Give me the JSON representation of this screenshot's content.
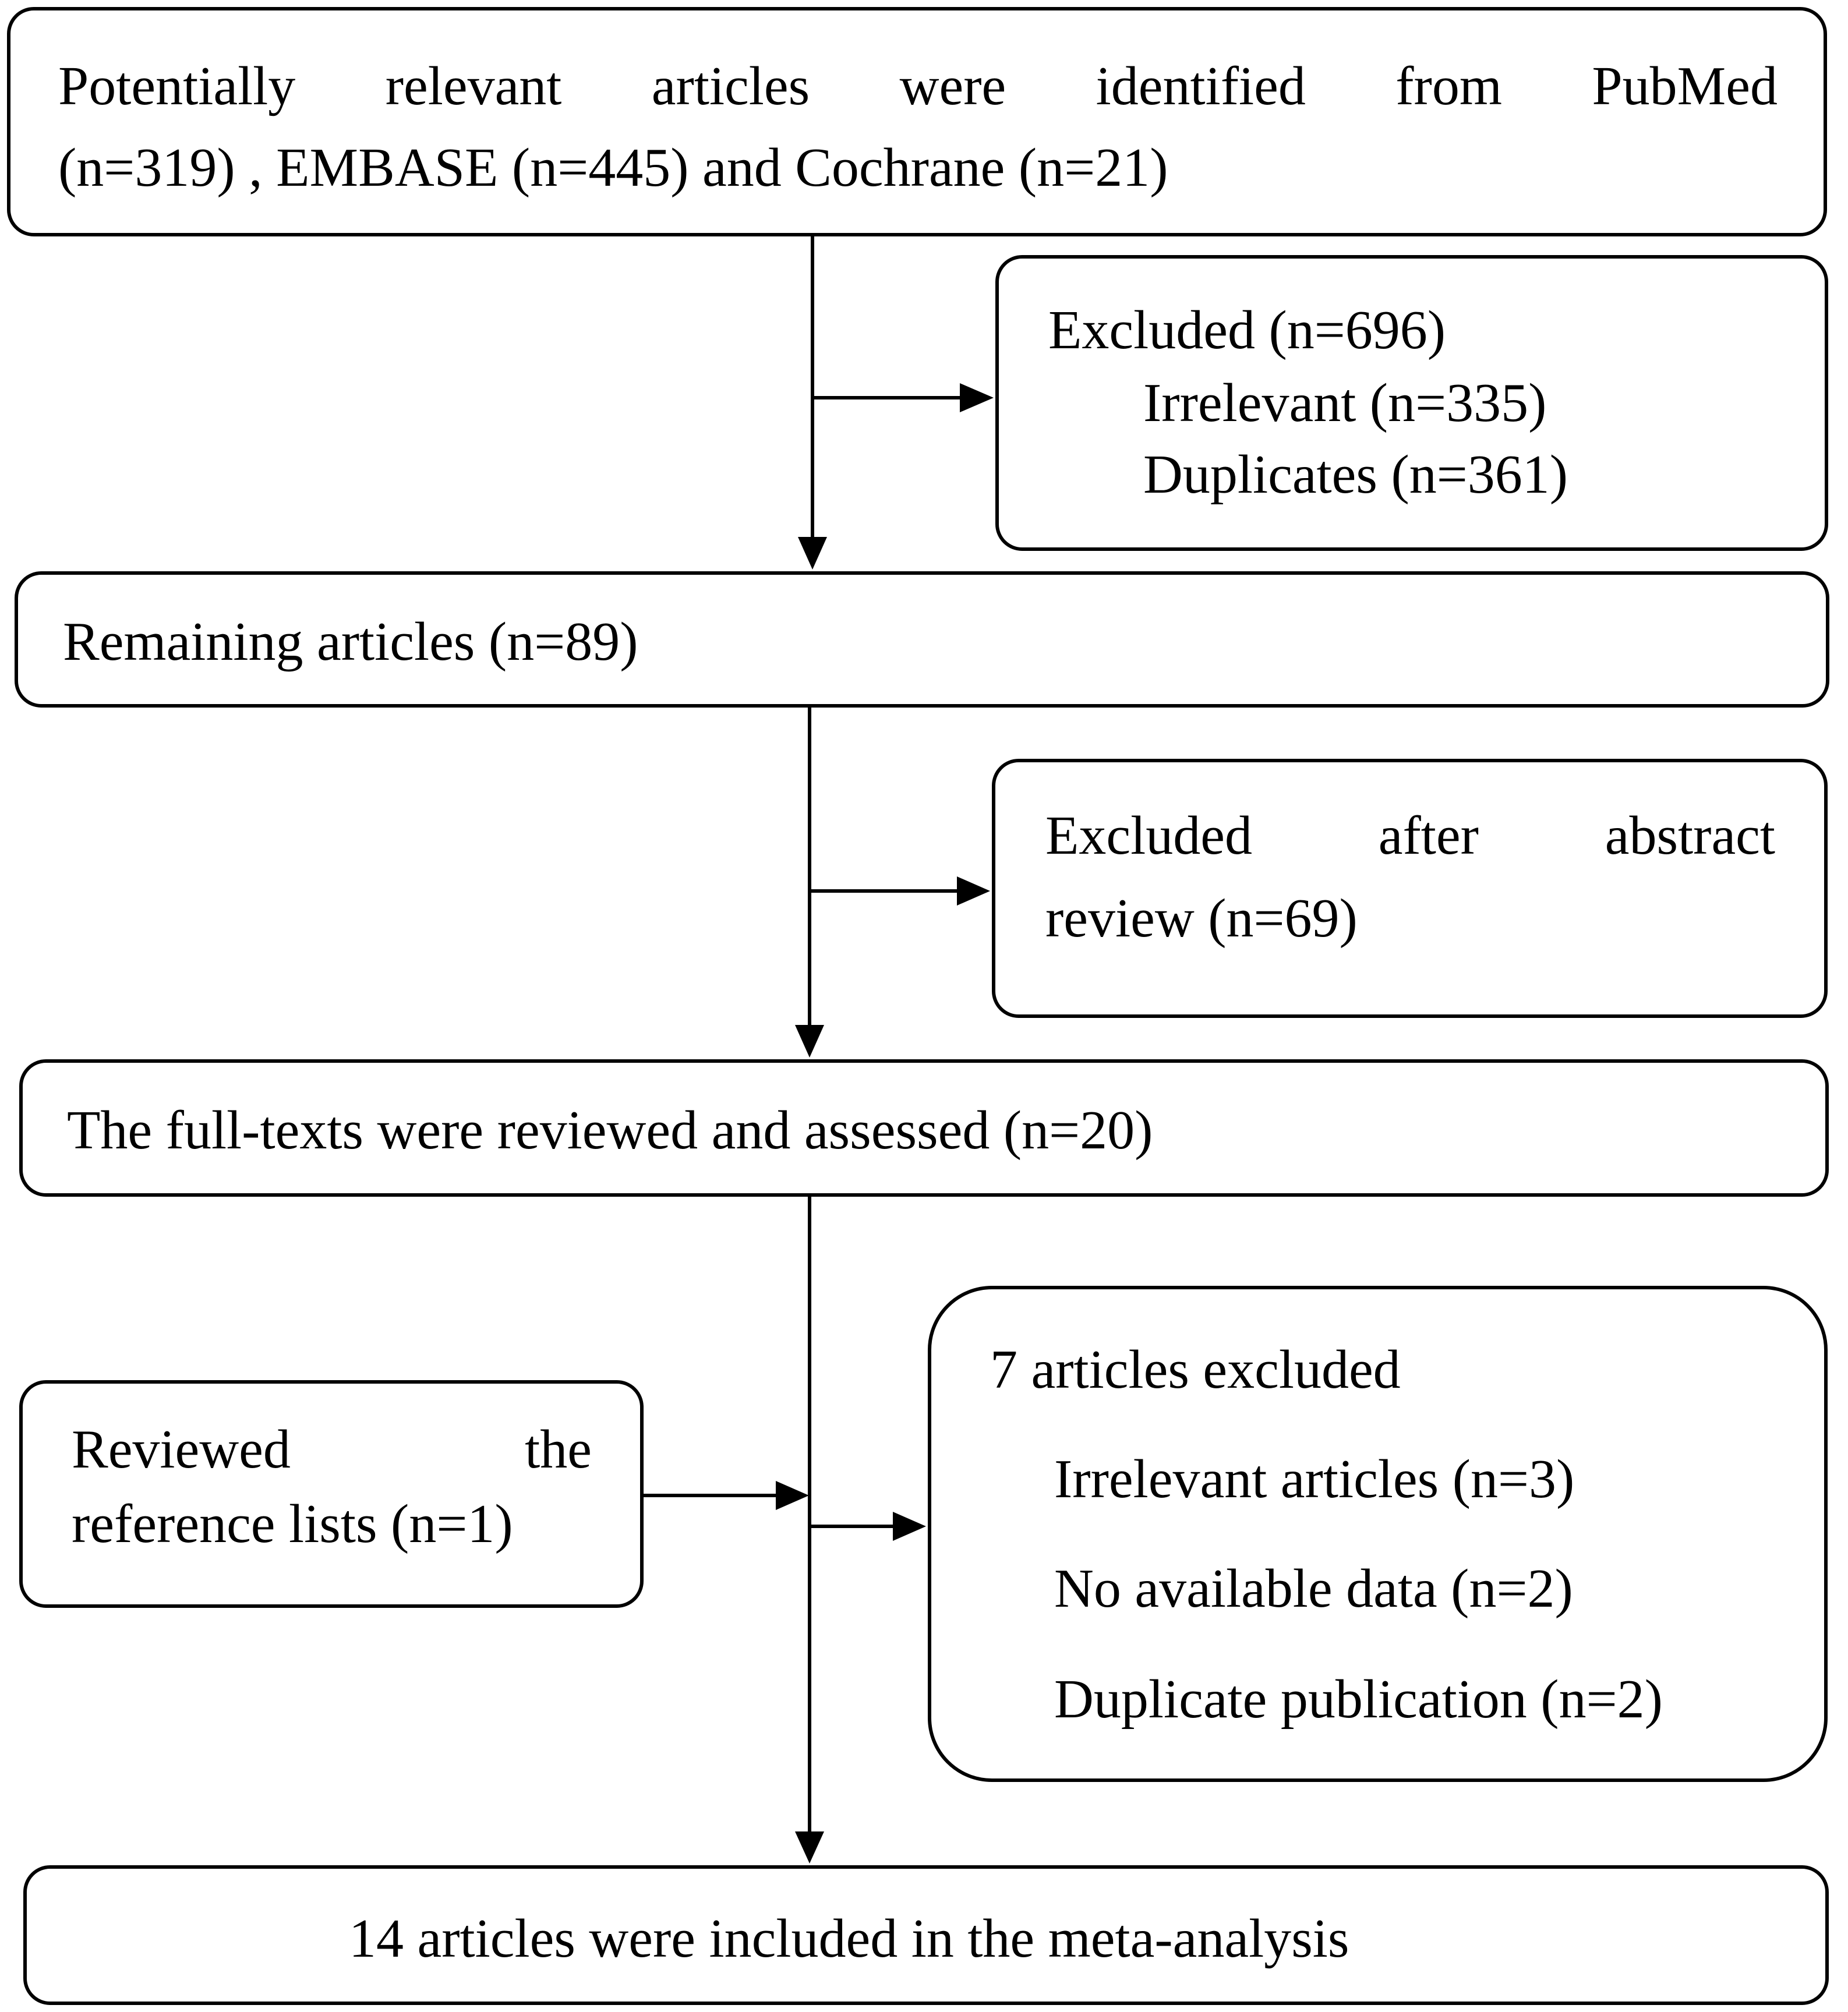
{
  "boxes": {
    "identified": {
      "line1_words": [
        "Potentially",
        "relevant",
        "articles",
        "were",
        "identified",
        "from",
        "PubMed"
      ],
      "line2": "(n=319) , EMBASE (n=445) and Cochrane (n=21)"
    },
    "excluded_first": {
      "title": "Excluded (n=696)",
      "items": [
        "Irrelevant (n=335)",
        "Duplicates (n=361)"
      ]
    },
    "remaining": {
      "text": "Remaining articles (n=89)"
    },
    "excluded_abstract": {
      "line1_words": [
        "Excluded",
        "after",
        "abstract"
      ],
      "line2": "review (n=69)"
    },
    "fulltext": {
      "text": "The full-texts were reviewed and assessed (n=20)"
    },
    "reference": {
      "line1_words": [
        "Reviewed",
        "the"
      ],
      "line2": "reference lists (n=1)"
    },
    "excluded_final": {
      "title": "7 articles excluded",
      "items": [
        "Irrelevant articles (n=3)",
        "No available data (n=2)",
        "Duplicate publication (n=2)"
      ]
    },
    "included": {
      "text": "14 articles were included in the meta-analysis"
    }
  }
}
